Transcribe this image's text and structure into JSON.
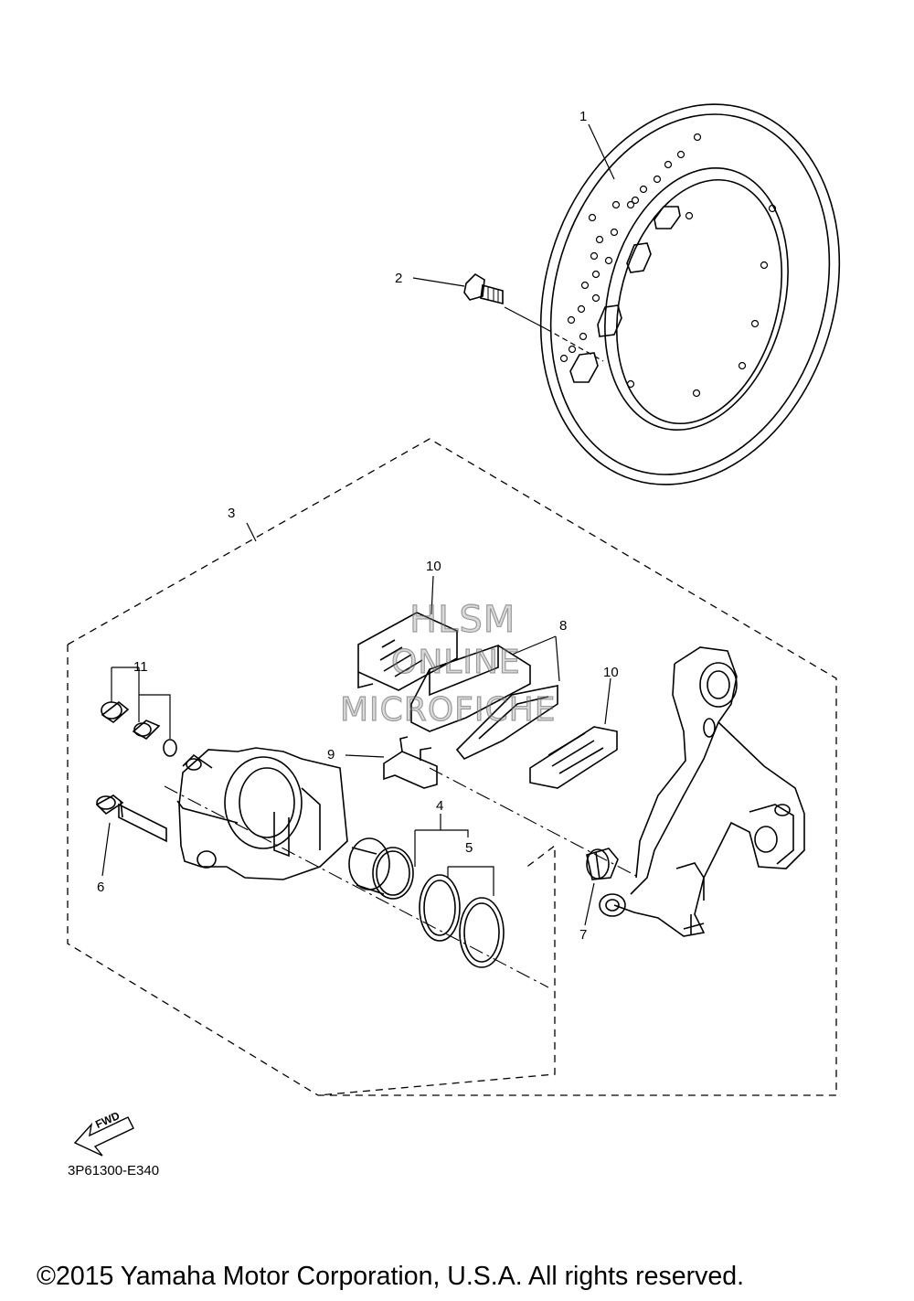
{
  "diagram": {
    "part_labels": [
      "1",
      "2",
      "3",
      "4",
      "5",
      "6",
      "7",
      "8",
      "9",
      "10",
      "10",
      "11"
    ],
    "watermark": [
      "HLSM",
      "ONLINE",
      "MICROFICHE"
    ],
    "fwd_label": "FWD",
    "diagram_code": "3P61300-E340",
    "copyright": "©2015 Yamaha Motor Corporation, U.S.A. All rights reserved."
  }
}
